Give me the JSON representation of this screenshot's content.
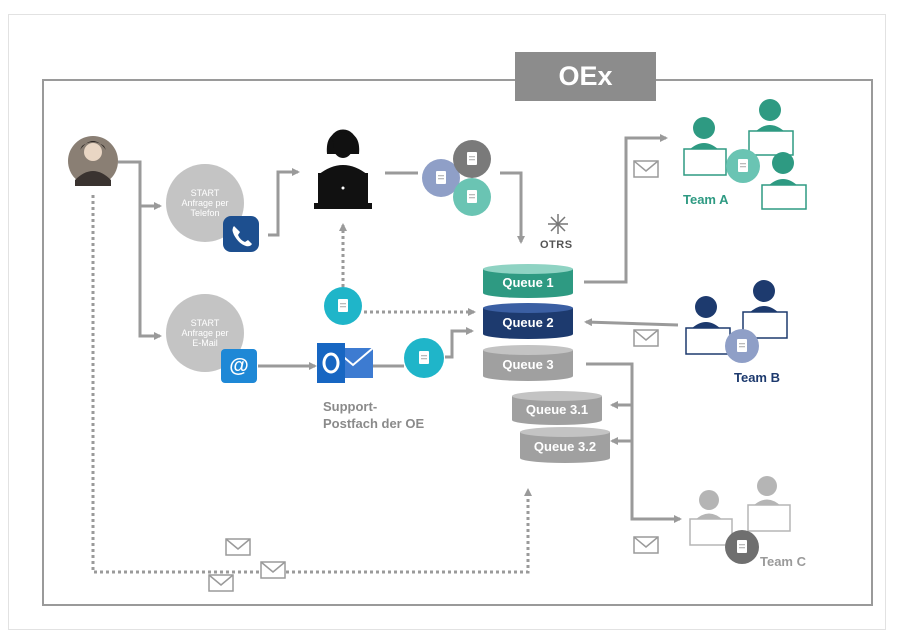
{
  "title": "OEx",
  "start_phone": {
    "l1": "START",
    "l2": "Anfrage per",
    "l3": "Telefon"
  },
  "start_mail": {
    "l1": "START",
    "l2": "Anfrage per",
    "l3": "E-Mail"
  },
  "support": {
    "l1": "Support-",
    "l2": "Postfach der OE"
  },
  "otrs": "OTRS",
  "queues": {
    "q1": "Queue 1",
    "q2": "Queue 2",
    "q3": "Queue 3",
    "q31": "Queue 3.1",
    "q32": "Queue 3.2"
  },
  "teams": {
    "a": "Team A",
    "b": "Team B",
    "c": "Team C"
  },
  "colors": {
    "teal": "#2e9a82",
    "navy": "#1d3a6e",
    "grey": "#9e9e9e",
    "cyan": "#1fb5c9",
    "frame": "#9a9a9a"
  },
  "icons": [
    "user-avatar-icon",
    "phone-icon",
    "at-sign-icon",
    "call-center-agent-icon",
    "outlook-icon",
    "document-icon",
    "email-icon",
    "otrs-logo-icon",
    "team-person-icon",
    "laptop-icon"
  ]
}
